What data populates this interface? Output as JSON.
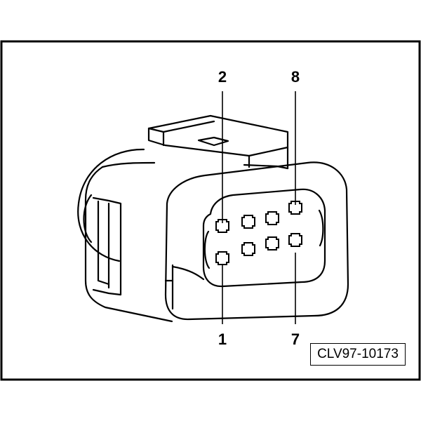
{
  "figure": {
    "reference_code": "CLV97-10173",
    "pin_labels": {
      "top_left": "2",
      "top_right": "8",
      "bottom_left": "1",
      "bottom_right": "7"
    }
  }
}
